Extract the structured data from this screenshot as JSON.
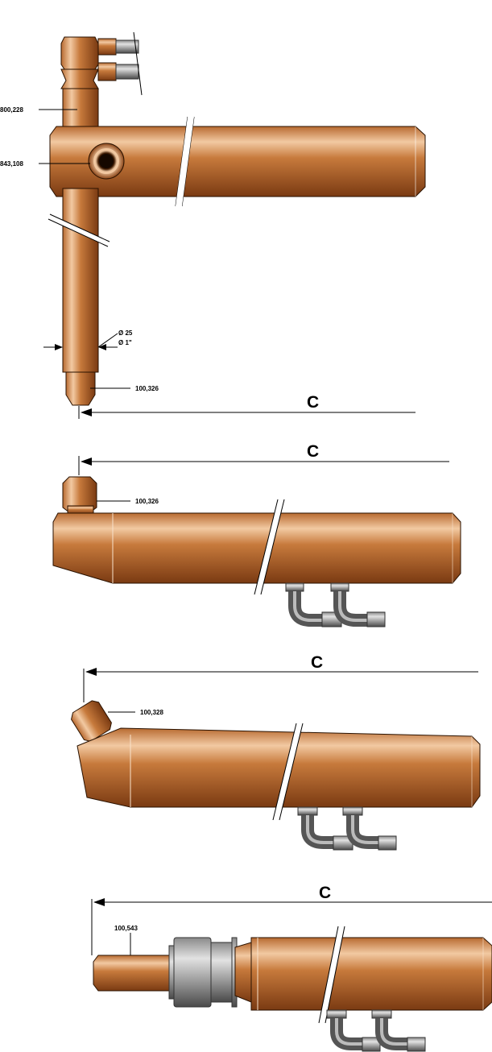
{
  "figures": [
    {
      "id": "fig1",
      "labels": {
        "part_top": "800,228",
        "part_mid": "843,108",
        "part_tip": "100,326",
        "diameter_mm": "Ø 25",
        "diameter_in": "Ø 1\"",
        "dimension": "C"
      }
    },
    {
      "id": "fig2",
      "labels": {
        "part_tip": "100,326",
        "dimension": "C"
      }
    },
    {
      "id": "fig3",
      "labels": {
        "part_tip": "100,328",
        "dimension": "C"
      }
    },
    {
      "id": "fig4",
      "labels": {
        "part_tip": "100,543",
        "dimension": "C"
      }
    }
  ],
  "colors": {
    "copper_light": "#f2c9a2",
    "copper_mid": "#c77a3c",
    "copper_dark": "#7a3a12",
    "steel_light": "#d4d4d4",
    "steel_dark": "#4a4a4a",
    "outline": "#2a1200"
  }
}
